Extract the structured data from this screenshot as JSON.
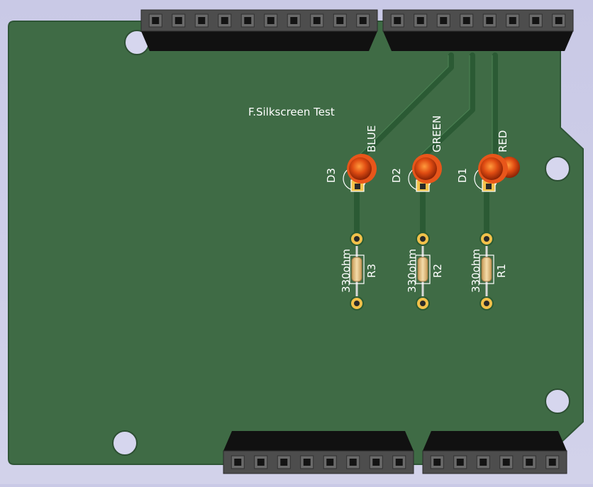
{
  "board": {
    "silkscreen_title": "F.Silkscreen Test",
    "colors": {
      "background": "#cfcfe8",
      "pcb": "#3f6b45",
      "pcb_edge": "#2f5536",
      "trace": "#2b5a34",
      "silk": "#ffffff",
      "header_body": "#2a2a2a",
      "header_top": "#555555",
      "led_red": "#e8561a",
      "resistor_body": "#e8c48a"
    }
  },
  "headers": {
    "top_left_pins": 10,
    "top_right_pins": 8,
    "bottom_left_pins": 8,
    "bottom_right_pins": 6
  },
  "leds": [
    {
      "ref": "D3",
      "label": "BLUE"
    },
    {
      "ref": "D2",
      "label": "GREEN"
    },
    {
      "ref": "D1",
      "label": "RED"
    }
  ],
  "resistors": [
    {
      "ref": "R3",
      "value": "330ohm"
    },
    {
      "ref": "R2",
      "value": "330ohm"
    },
    {
      "ref": "R1",
      "value": "330ohm"
    }
  ]
}
